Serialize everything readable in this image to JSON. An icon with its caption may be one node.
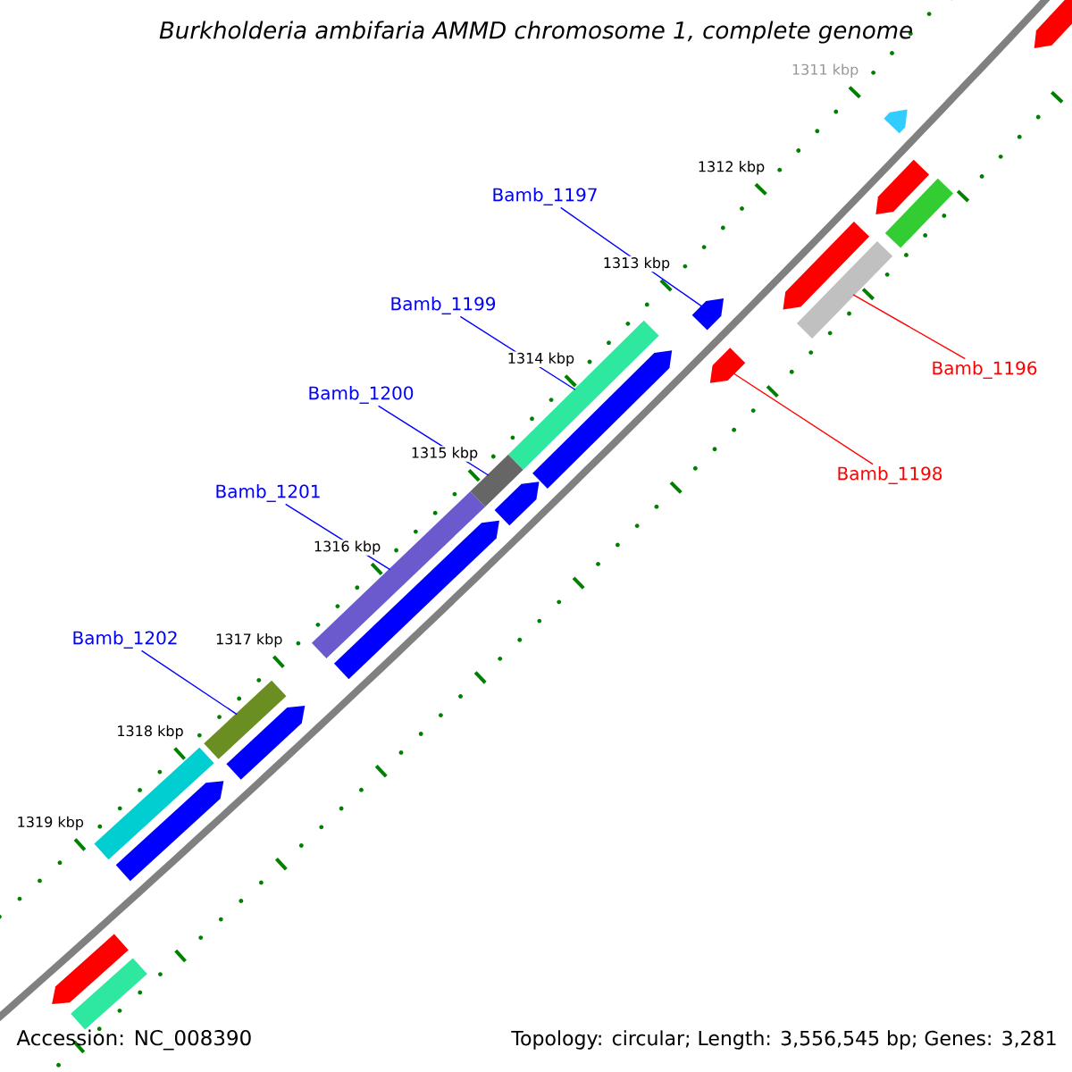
{
  "diagram": {
    "title": "Burkholderia ambifaria AMMD chromosome 1, complete genome",
    "nodes": [
      {
        "text": [
          "Bamb_1197"
        ]
      },
      {
        "text": [
          "Bamb_1199"
        ]
      },
      {
        "text": [
          "Bamb_1196"
        ]
      },
      {
        "text": [
          "Bamb_1200"
        ]
      },
      {
        "text": [
          "Bamb_1198"
        ]
      },
      {
        "text": [
          "Bamb_1201"
        ]
      },
      {
        "text": [
          "Bamb_1202"
        ]
      },
      {
        "text": [],
        "shape": "pentagon"
      },
      {
        "text": [],
        "shape": "bar"
      },
      {
        "text": [],
        "shape": "bar"
      },
      {
        "text": [],
        "shape": "pentagon"
      },
      {
        "text": [],
        "shape": "bar"
      },
      {
        "text": [],
        "shape": "pentagon"
      },
      {
        "text": [],
        "shape": "bar"
      },
      {
        "text": [],
        "shape": "pentagon"
      },
      {
        "text": [],
        "shape": "bar"
      },
      {
        "text": [],
        "shape": "pentagon"
      },
      {
        "text": [],
        "shape": "bar"
      },
      {
        "text": [],
        "shape": "pentagon"
      },
      {
        "text": [],
        "shape": "pentagon"
      },
      {
        "text": [],
        "shape": "pentagon"
      },
      {
        "text": [],
        "shape": "pentagon"
      },
      {
        "text": [],
        "shape": "bar"
      },
      {
        "text": [],
        "shape": "pentagon"
      },
      {
        "text": [],
        "shape": "pentagon"
      },
      {
        "text": [],
        "shape": "bar"
      },
      {
        "text": [],
        "shape": "pentagon"
      }
    ],
    "edges": [
      {
        "from": 0,
        "to": 19,
        "arrow": "none"
      },
      {
        "from": 1,
        "to": 17,
        "arrow": "none"
      },
      {
        "from": 2,
        "to": 22,
        "arrow": "none",
        "color": "#ff0000"
      },
      {
        "from": 3,
        "to": 15,
        "arrow": "none"
      },
      {
        "from": 4,
        "to": 20,
        "arrow": "none",
        "color": "#ff0000"
      },
      {
        "from": 5,
        "to": 13,
        "arrow": "none"
      },
      {
        "from": 6,
        "to": 11,
        "arrow": "none"
      }
    ],
    "labels": [
      "1311 kbp",
      "1312 kbp",
      "1313 kbp",
      "1314 kbp",
      "1315 kbp",
      "1316 kbp",
      "1317 kbp",
      "1318 kbp",
      "1319 kbp",
      "Accession: NC_008390",
      "Topology: circular; Length: 3,556,545 bp; Genes: 3,281"
    ]
  }
}
